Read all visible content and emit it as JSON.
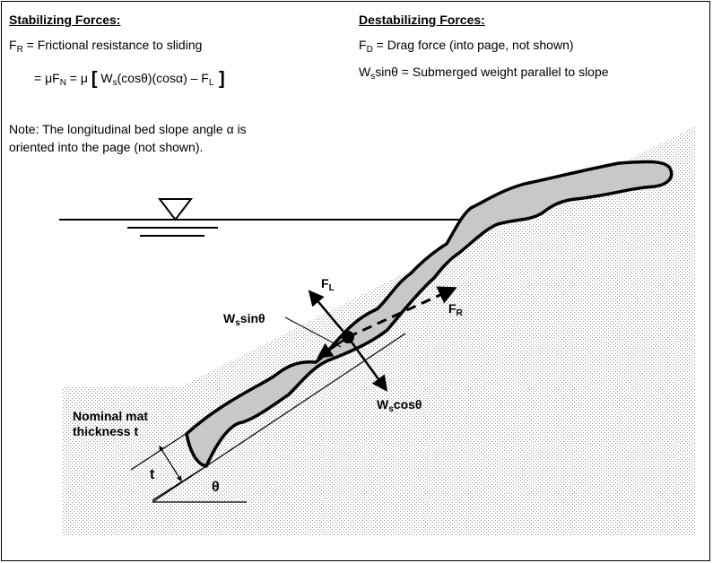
{
  "stabilizing": {
    "heading": "Stabilizing Forces:",
    "fr_symbol": "F",
    "fr_sub": "R",
    "fr_def": " = Frictional resistance to sliding",
    "eq_prefix": "= μF",
    "eq_sub_n": "N",
    "eq_mu": " = μ ",
    "eq_open": "[",
    "eq_ws": " W",
    "eq_ws_sub": "s",
    "eq_body": "(cosθ)(cosα) – F",
    "eq_fl_sub": "L",
    "eq_close": " ]"
  },
  "destabilizing": {
    "heading": "Destabilizing Forces:",
    "fd_symbol": "F",
    "fd_sub": "D",
    "fd_def": " = Drag force (into page, not shown)",
    "ws_symbol": "W",
    "ws_sub": "s",
    "ws_def": "sinθ = Submerged weight parallel to slope"
  },
  "note": {
    "line1": "Note:  The longitudinal bed slope angle α is",
    "line2": "oriented into the page (not shown)."
  },
  "labels": {
    "fl_main": "F",
    "fl_sub": "L",
    "fr_main": "F",
    "fr_sub": "R",
    "wssin_main": "W",
    "wssin_sub": "s",
    "wssin_rest": "sinθ",
    "wscos_main": "W",
    "wscos_sub": "s",
    "wscos_rest": "cosθ",
    "mat_line1": "Nominal mat",
    "mat_line2": "thickness t",
    "t": "t",
    "theta": "θ"
  },
  "colors": {
    "mat_fill": "#c8c8c8",
    "stroke": "#000000",
    "stipple": "#9a9a9a"
  }
}
